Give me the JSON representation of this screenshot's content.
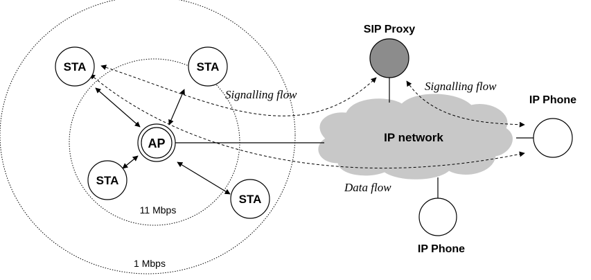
{
  "nodes": {
    "sta_top_left": "STA",
    "sta_top_right": "STA",
    "sta_bottom_left": "STA",
    "sta_bottom_right": "STA",
    "ap": "AP",
    "sip_proxy": "SIP Proxy",
    "ip_phone_right": "IP Phone",
    "ip_phone_bottom": "IP Phone",
    "network": "IP network"
  },
  "rates": {
    "inner": "11 Mbps",
    "outer": "1 Mbps"
  },
  "flows": {
    "signalling_left": "Signalling flow",
    "signalling_right": "Signalling flow",
    "data": "Data flow"
  },
  "colors": {
    "sip_proxy_fill": "#8c8c8c",
    "cloud_fill": "#c8c8c8",
    "stroke": "#000000"
  }
}
